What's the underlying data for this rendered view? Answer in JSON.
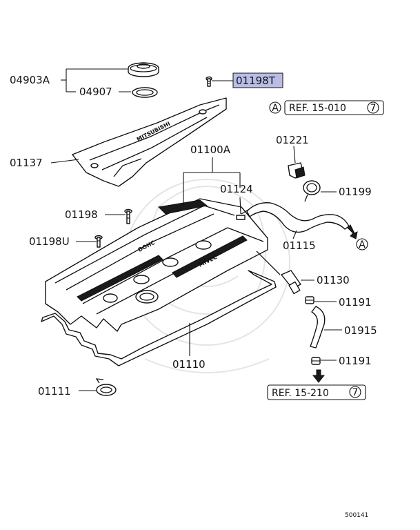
{
  "parts": {
    "p04903A": "04903A",
    "p04907": "04907",
    "p01198T": "01198T",
    "p01137": "01137",
    "p01100A": "01100A",
    "p01221": "01221",
    "p01124": "01124",
    "p01199": "01199",
    "p01198": "01198",
    "p01198U": "01198U",
    "p01115": "01115",
    "p01130": "01130",
    "p01191a": "01191",
    "p01915": "01915",
    "p01191b": "01191",
    "p01110": "01110",
    "p01111": "01111"
  },
  "refs": {
    "top": {
      "circle": "A",
      "text": "REF. 15-010",
      "num": "7"
    },
    "bottom": {
      "text": "REF. 15-210",
      "num": "7"
    },
    "hose_end": "A"
  },
  "embossed": {
    "cover_logo": "MITSUBISHI",
    "head_text_1": "MIVEC",
    "head_text_2": "DOHC"
  },
  "highlight_color": "#b9bde6",
  "figure_id": "500141"
}
